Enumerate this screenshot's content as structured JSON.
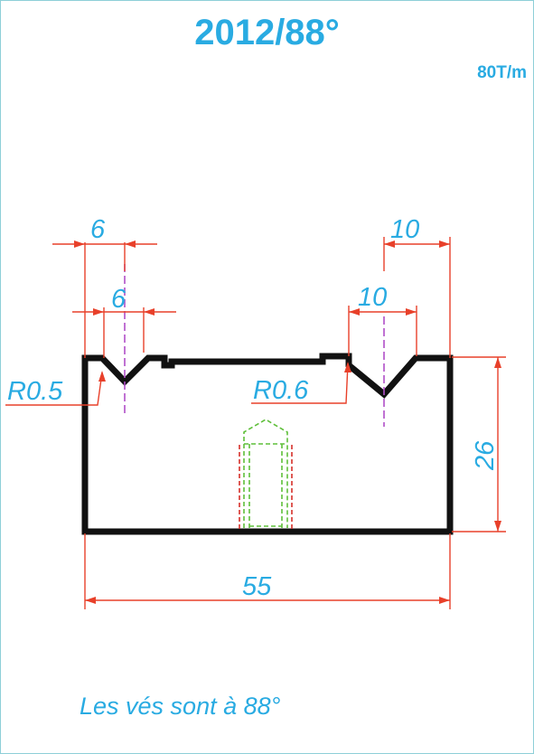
{
  "title": "2012/88°",
  "capacity": "80T/m",
  "note": "Les vés sont à 88°",
  "dimensions": {
    "top_left_width": "6",
    "left_vee_width": "6",
    "top_right_width": "10",
    "right_vee_width": "10",
    "left_radius": "R0.5",
    "right_radius": "R0.6",
    "height": "26",
    "overall_width": "55"
  },
  "colors": {
    "text": "#29abe2",
    "dimension_lines": "#e8402a",
    "profile": "#111111",
    "centerline": "#b04fc8",
    "hole_green": "#5fbf3a",
    "hole_red": "#d6302a"
  }
}
